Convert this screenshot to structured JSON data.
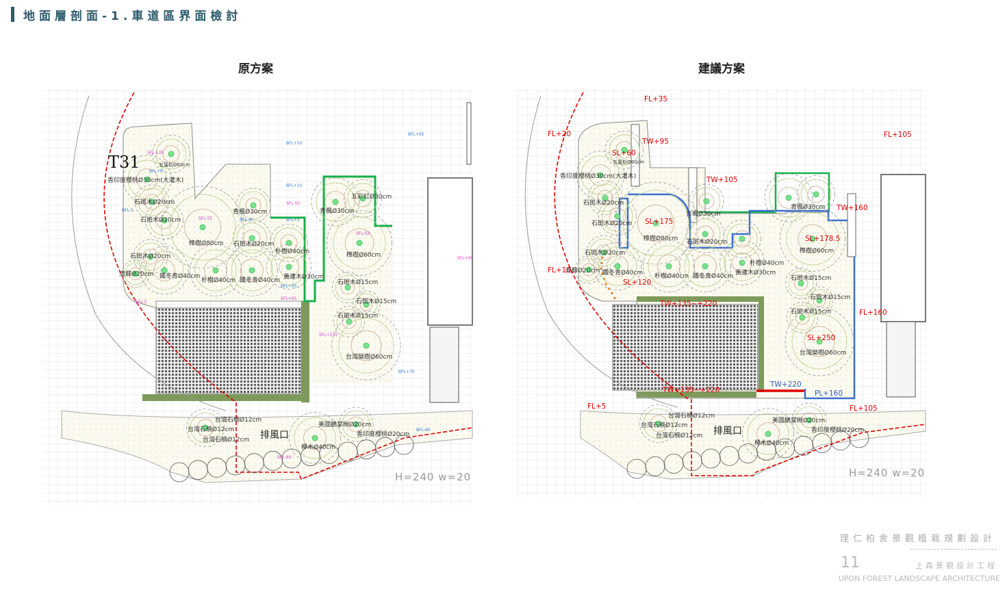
{
  "header": {
    "title": "地面層剖面-1.車道區界面檢討"
  },
  "left_plan": {
    "title": "原方案",
    "marker": "T31",
    "vent": "排風口",
    "dimension": "H=240  w=20",
    "plants": [
      "五葉松Ø60cm",
      "香印度櫻桃Ø30cm(大灌木)",
      "石斑木Ø20cm",
      "石斑木Ø20cm",
      "樟樹Ø80cm",
      "石斑木Ø20cm",
      "流蘇Ø20cm",
      "鐵冬青Ø40cm",
      "朴樹Ø40cm",
      "鐵冬青Ø40cm",
      "黃連木Ø30cm",
      "朴樹Ø40cm",
      "石斑木Ø20cm",
      "青楓Ø30cm",
      "五彩紅Ø30cm",
      "青楓Ø30cm",
      "樟樹Ø60cm",
      "石斑木Ø15cm",
      "石斑木Ø15cm",
      "石斑木Ø15cm",
      "台灣欒樹Ø60cm",
      "台灣石楠Ø12cm",
      "台灣石楠Ø12cm",
      "台灣石楠Ø12cm",
      "美國鵝掌楸Ø20cm",
      "香印度櫻桃Ø20cm",
      "櫸木Ø40cm"
    ],
    "levels": [
      "SFL-135",
      "BFL+0",
      "BFL-5",
      "SFL-55",
      "BFL+10",
      "BFL+10",
      "SFL-55",
      "BFL-45",
      "BFL+5",
      "SFL-55",
      "SFL+95",
      "BFL+95",
      "SFL+95",
      "SFL-5",
      "BFL+65",
      "SFL+150",
      "BFL+70",
      "SFL-90",
      "BFL-90"
    ]
  },
  "right_plan": {
    "title": "建議方案",
    "vent": "排風口",
    "dimension": "H=240  w=20",
    "plants": [
      "五葉松Ø60cm",
      "香印度櫻桃Ø30cm(大灌木)",
      "石斑木Ø20cm",
      "石斑木Ø20cm",
      "樟樹Ø80cm",
      "石斑木Ø20cm",
      "流蘇Ø20cm",
      "鐵冬青Ø40cm",
      "朴樹Ø40cm",
      "鐵冬青Ø40cm",
      "黃連木Ø30cm",
      "朴樹Ø40cm",
      "石斑木Ø20cm",
      "青楓Ø30cm",
      "青楓Ø30cm",
      "樟樹Ø60cm",
      "石斑木Ø15cm",
      "石斑木Ø15cm",
      "石斑木Ø15cm",
      "台灣欒樹Ø60cm",
      "台灣石楠Ø12cm",
      "台灣石楠Ø12cm",
      "台灣石楠Ø12cm",
      "美國鵝掌楸Ø20cm",
      "香印度櫻桃Ø20cm",
      "櫸木Ø40cm"
    ],
    "elevations": [
      "FL+35",
      "FL+20",
      "TW+95",
      "SL+60",
      "TW+105",
      "TW+160",
      "FL+105",
      "SL+175",
      "SL+178.5",
      "FL+10",
      "SL+120",
      "TW+135~+220",
      "FL+160",
      "SL+250",
      "TW+220",
      "TW+135~+220",
      "PL+160",
      "FL+5",
      "FL+105"
    ]
  },
  "footer": {
    "project": "理仁柏舍景觀植栽規劃設計",
    "page": "11",
    "firm_zh": "上森景觀設計工程",
    "firm_en": "UPON  FOREST LANDSCAPE ARCHITECTURE"
  },
  "colors": {
    "title": "#2c5a6b",
    "elevation_red": "#e00000",
    "proposed_blue": "#3a6fd0",
    "planter_green": "#17b04a",
    "wall_green": "#7d9a5b"
  }
}
